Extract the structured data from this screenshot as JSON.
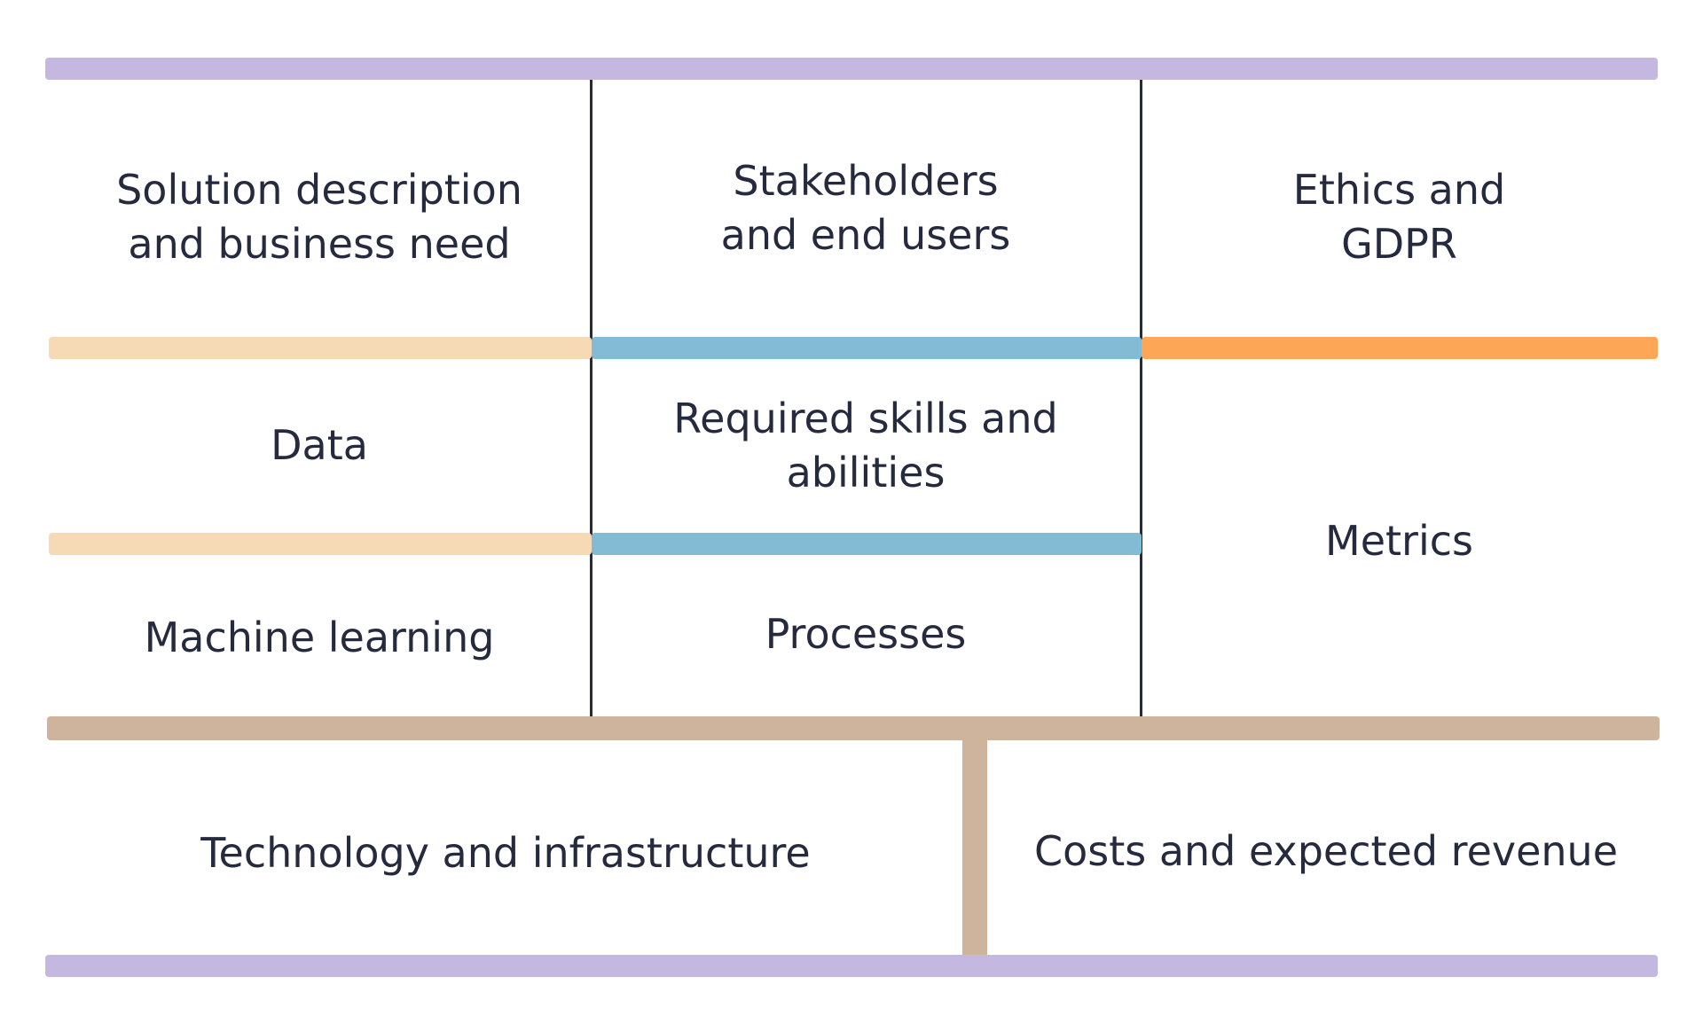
{
  "colors": {
    "purple": "#c5b8e0",
    "peach": "#f6dab6",
    "blue": "#83bbd4",
    "orange": "#fda656",
    "tan": "#cfb49d",
    "ink": "#252a3f"
  },
  "cells": {
    "solution": "Solution description and business need",
    "stakeholders": "Stakeholders and end users",
    "ethics": "Ethics and GDPR",
    "data": "Data",
    "skills": "Required skills and abilities",
    "metrics": "Metrics",
    "ml": "Machine learning",
    "processes": "Processes",
    "technology": "Technology and infrastructure",
    "costs": "Costs and expected revenue"
  }
}
